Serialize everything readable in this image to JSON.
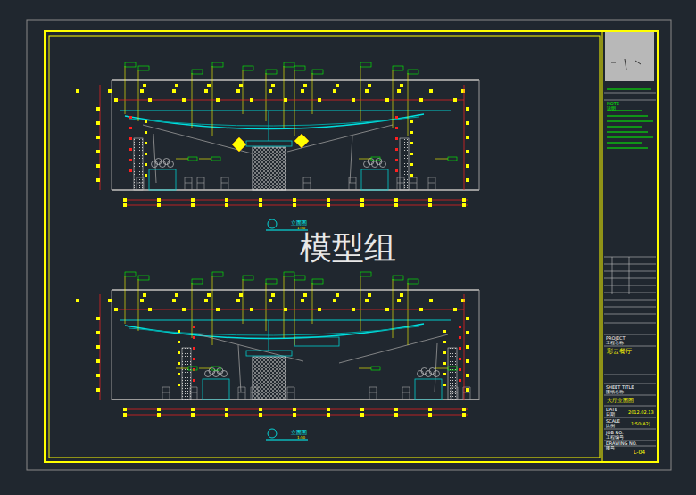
{
  "diagram": {
    "labels": [
      "模型组",
      "立面图",
      "1:50",
      "立面图",
      "1:50",
      "NOTE",
      "说明",
      "PROJECT",
      "工程名称",
      "彩云餐厅",
      "SHEET TITLE",
      "图纸名称",
      "大厅立面图",
      "DATE",
      "日期",
      "2012.02.13",
      "SCALE",
      "比例",
      "1:50(A2)",
      "JOB NO.",
      "工程编号",
      "DRAWING NO.",
      "图号",
      "L-04"
    ]
  }
}
